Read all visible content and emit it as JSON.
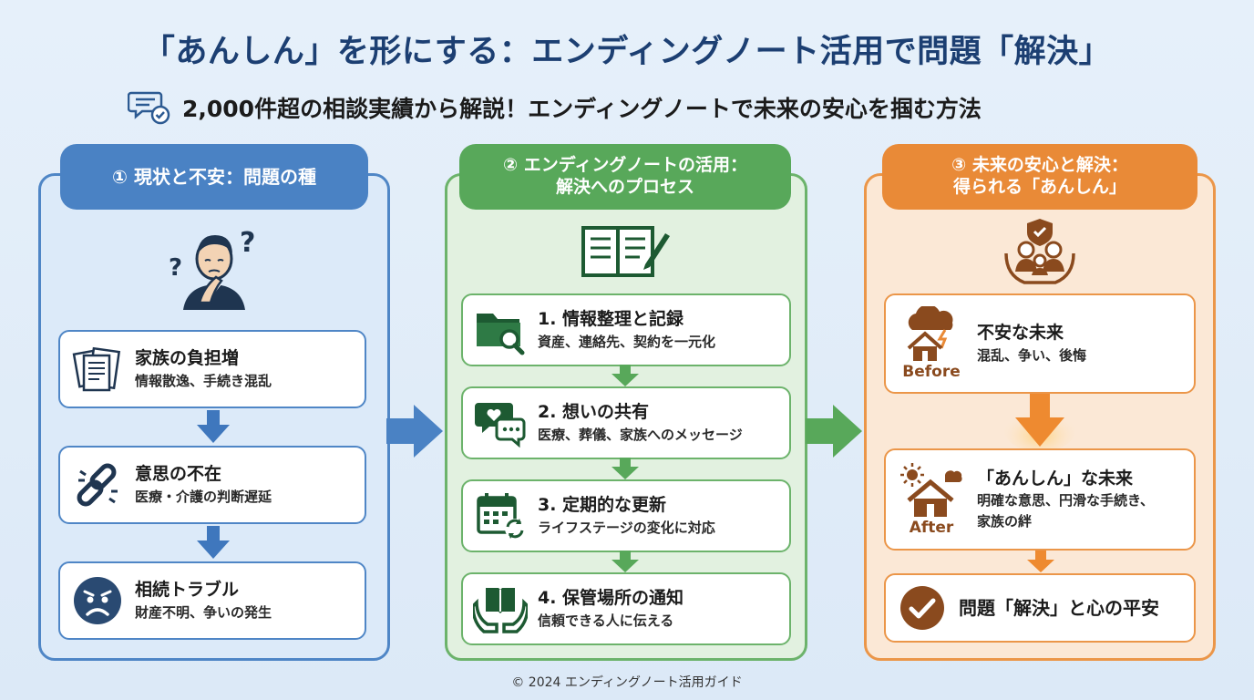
{
  "title": "「あんしん」を形にする：エンディングノート活用で問題「解決」",
  "subtitle": "2,000件超の相談実績から解説！エンディングノートで未来の安心を掴む方法",
  "icons": {
    "subtitle": "chat-check-icon",
    "problem_person": "thinking-person-icon",
    "notebook": "notebook-pen-icon",
    "family": "family-shield-icon"
  },
  "colors": {
    "title": "#1c3f72",
    "blue": "#4a82c4",
    "green": "#58a85a",
    "orange": "#e98a37",
    "brown": "#8a4a1e"
  },
  "columns": [
    {
      "header_line1": "① 現状と不安：問題の種",
      "header_line2": "",
      "items": [
        {
          "icon": "documents-icon",
          "title": "家族の負担増",
          "desc": "情報散逸、手続き混乱"
        },
        {
          "icon": "broken-link-icon",
          "title": "意思の不在",
          "desc": "医療・介護の判断遅延"
        },
        {
          "icon": "worried-face-icon",
          "title": "相続トラブル",
          "desc": "財産不明、争いの発生"
        }
      ]
    },
    {
      "header_line1": "② エンディングノートの活用：",
      "header_line2": "解決へのプロセス",
      "items": [
        {
          "icon": "folder-search-icon",
          "title": "1. 情報整理と記録",
          "desc": "資産、連絡先、契約を一元化"
        },
        {
          "icon": "heart-chat-icon",
          "title": "2. 想いの共有",
          "desc": "医療、葬儀、家族へのメッセージ"
        },
        {
          "icon": "calendar-refresh-icon",
          "title": "3. 定期的な更新",
          "desc": "ライフステージの変化に対応"
        },
        {
          "icon": "book-hands-icon",
          "title": "4. 保管場所の通知",
          "desc": "信頼できる人に伝える"
        }
      ]
    },
    {
      "header_line1": "③ 未来の安心と解決：",
      "header_line2": "得られる「あんしん」",
      "before": {
        "icon": "storm-house-icon",
        "label": "Before",
        "title": "不安な未来",
        "desc": "混乱、争い、後悔"
      },
      "after": {
        "icon": "sunny-house-icon",
        "label": "After",
        "title": "「あんしん」な未来",
        "desc1": "明確な意思、円滑な手続き、",
        "desc2": "家族の絆"
      },
      "result": {
        "icon": "check-circle-icon",
        "title": "問題「解決」と心の平安"
      }
    }
  ],
  "footer": "© 2024 エンディングノート活用ガイド"
}
